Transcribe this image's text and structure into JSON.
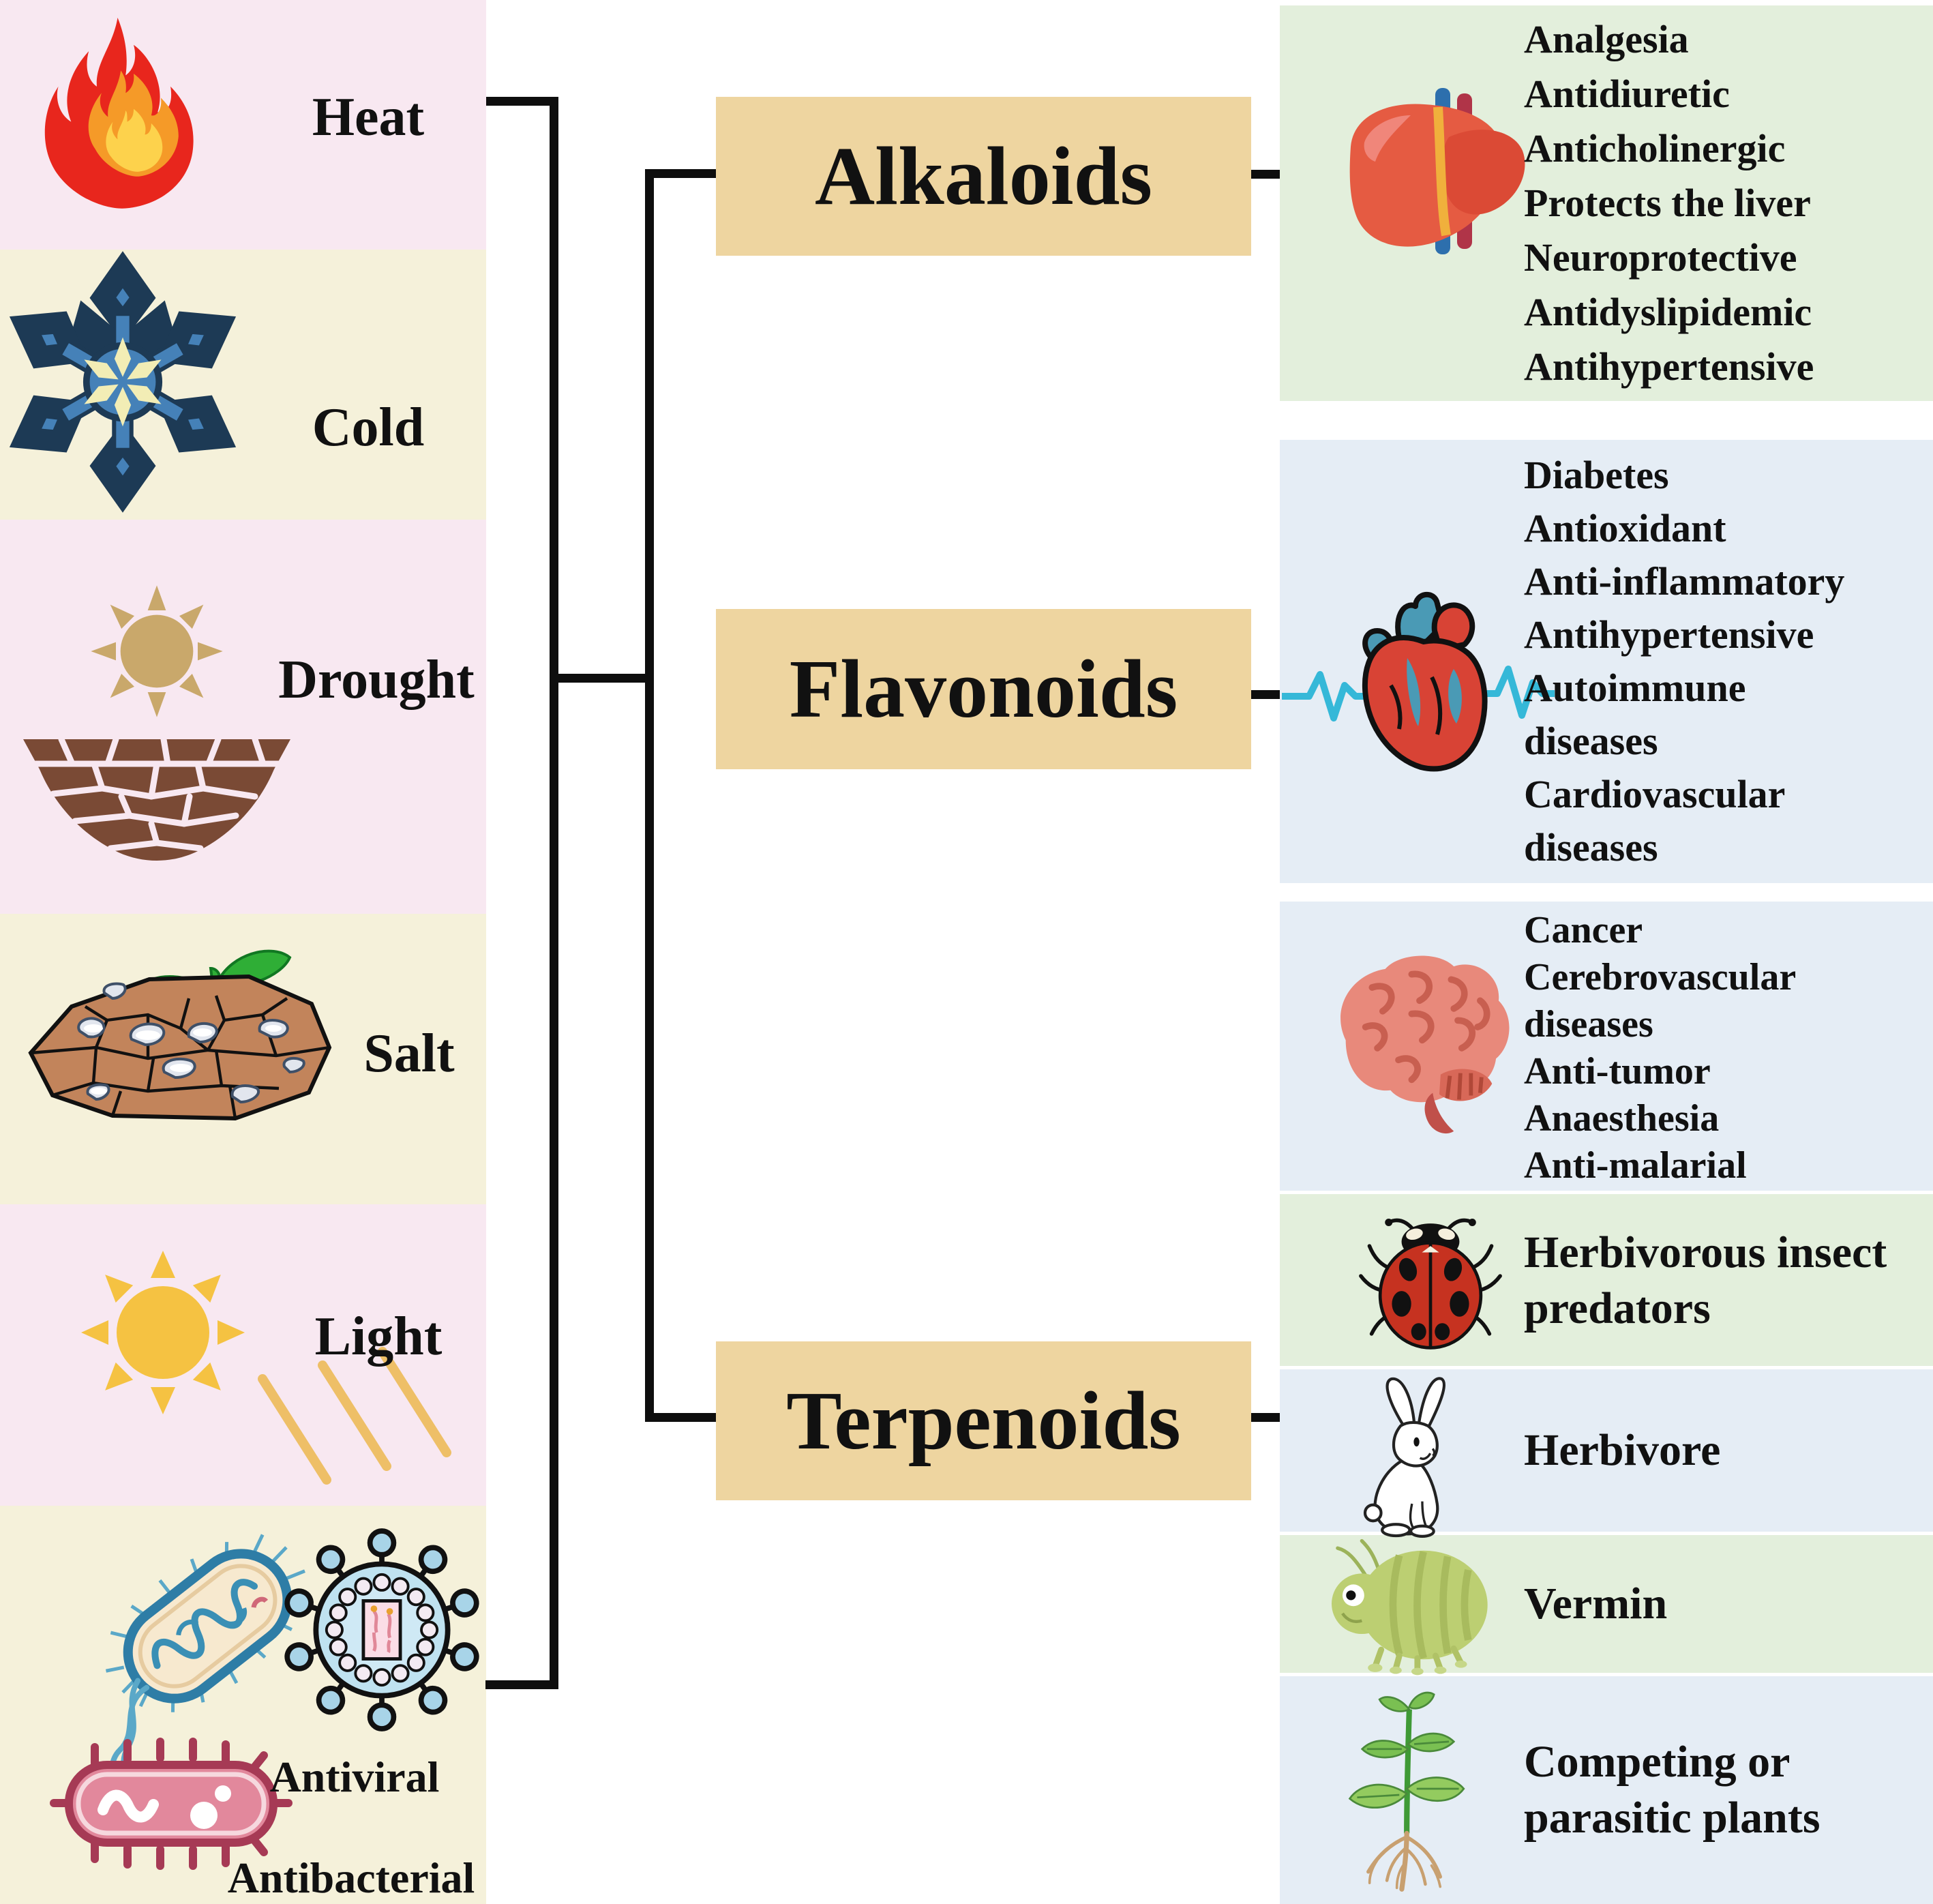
{
  "left": {
    "heat": "Heat",
    "cold": "Cold",
    "drought": "Drought",
    "salt": "Salt",
    "light": "Light",
    "antiviral": "Antiviral",
    "antibacterial": "Antibacterial"
  },
  "compounds": {
    "alkaloids": "Alkaloids",
    "flavonoids": "Flavonoids",
    "terpenoids": "Terpenoids"
  },
  "effects": {
    "alkaloids": {
      "lines": [
        "Analgesia",
        "Antidiuretic",
        "Anticholinergic",
        "Protects the liver",
        "Neuroprotective",
        "Antidyslipidemic",
        "Antihypertensive"
      ]
    },
    "flavonoids": {
      "lines": [
        "Diabetes",
        "Antioxidant",
        "Anti-inflammatory",
        "Antihypertensive",
        "Autoimmune",
        "diseases",
        "Cardiovascular",
        "diseases"
      ]
    },
    "terpenoids_medical": {
      "lines": [
        "Cancer",
        "Cerebrovascular",
        "diseases",
        "Anti-tumor",
        "Anaesthesia",
        "Anti-malarial"
      ]
    },
    "insect_predators": {
      "lines": [
        "Herbivorous insect",
        "predators"
      ]
    },
    "herbivore": {
      "lines": [
        "Herbivore"
      ]
    },
    "vermin": {
      "lines": [
        "Vermin"
      ]
    },
    "competing_plants": {
      "lines": [
        "Competing or",
        "parasitic plants"
      ]
    }
  },
  "icons": {
    "flame": "flame-icon",
    "snowflake": "snowflake-icon",
    "drought_sun": "drought-sun-icon",
    "cracked_soil": "cracked-soil-icon",
    "salt_rock": "salt-soil-sprout-icon",
    "light_sun": "sun-rays-icon",
    "bacterium_blue": "bacterium-icon",
    "virus": "virus-icon",
    "bacterium_pink": "bacterium-icon",
    "liver": "liver-icon",
    "heart": "heart-ecg-icon",
    "brain": "brain-icon",
    "ladybug": "ladybug-icon",
    "rabbit": "rabbit-icon",
    "aphid": "aphid-icon",
    "seedling": "seedling-roots-icon"
  },
  "colors": {
    "panel_pink": "#f8e8f1",
    "panel_cream": "#f5f1da",
    "compound_tan": "#eed5a0",
    "effect_green": "#e3efdc",
    "effect_blue": "#e5edf5",
    "line_black": "#0e0e0e",
    "flame_red": "#e8261d",
    "flame_orange": "#f59a28",
    "flame_yellow": "#fdd24c",
    "snowflake_blue": "#4581b8",
    "drought_tan": "#c9a86b",
    "soil_brown": "#7a4a35",
    "salt_rock_tan": "#c2845b",
    "sprout_green": "#2fae36",
    "sun_yellow": "#f5c242",
    "bacterium_blue": "#2e7da6",
    "virus_blue": "#bfe2f0",
    "bacterium_pink": "#e2889c",
    "liver_red": "#e55b42",
    "heart_red": "#d84335",
    "ecg_cyan": "#35b8d8",
    "brain_pink": "#e8897b",
    "ladybug_red": "#c63220",
    "aphid_green": "#bccf72"
  }
}
